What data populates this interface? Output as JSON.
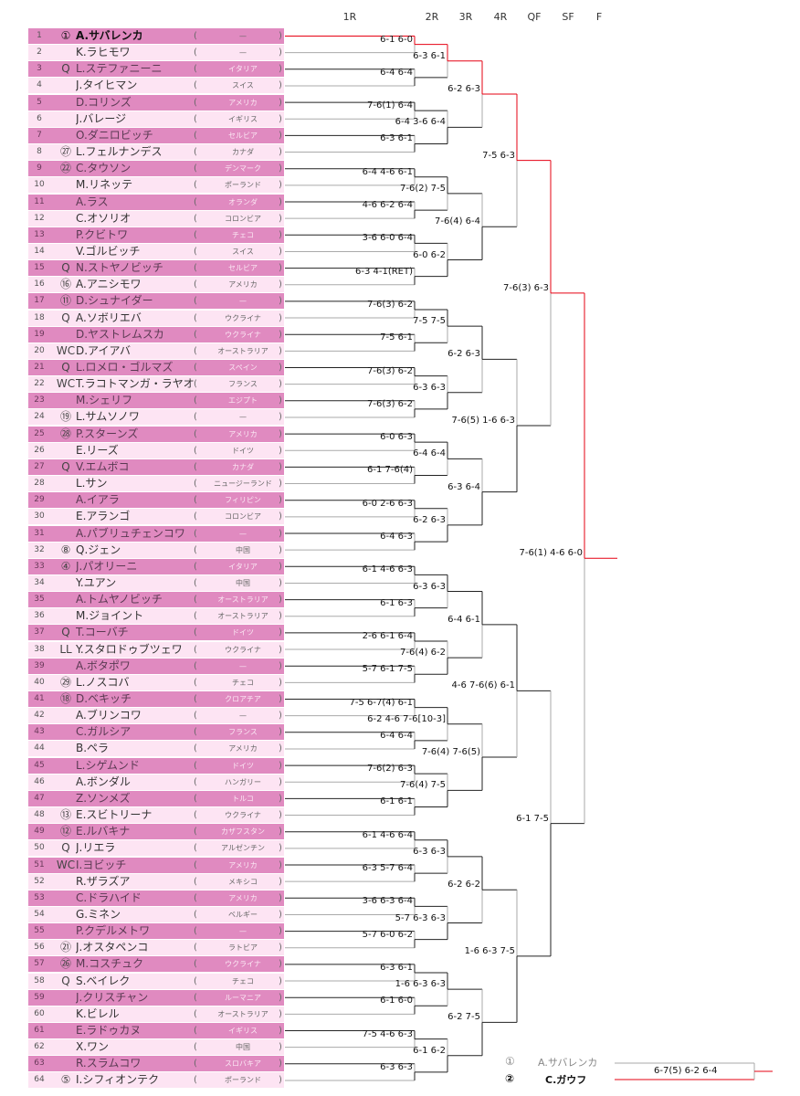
{
  "rounds": [
    "1R",
    "2R",
    "3R",
    "4R",
    "QF",
    "SF",
    "F"
  ],
  "players": [
    {
      "no": "1",
      "tag": "①",
      "name": "A.サバレンカ",
      "country": "—"
    },
    {
      "no": "2",
      "tag": "",
      "name": "K.ラヒモワ",
      "country": "—"
    },
    {
      "no": "3",
      "tag": "Q",
      "name": "L.ステファニーニ",
      "country": "イタリア"
    },
    {
      "no": "4",
      "tag": "",
      "name": "J.タイヒマン",
      "country": "スイス"
    },
    {
      "no": "5",
      "tag": "",
      "name": "D.コリンズ",
      "country": "アメリカ"
    },
    {
      "no": "6",
      "tag": "",
      "name": "J.バレージ",
      "country": "イギリス"
    },
    {
      "no": "7",
      "tag": "",
      "name": "O.ダニロビッチ",
      "country": "セルビア"
    },
    {
      "no": "8",
      "tag": "㉗",
      "name": "L.フェルナンデス",
      "country": "カナダ"
    },
    {
      "no": "9",
      "tag": "㉒",
      "name": "C.タウソン",
      "country": "デンマーク"
    },
    {
      "no": "10",
      "tag": "",
      "name": "M.リネッテ",
      "country": "ポーランド"
    },
    {
      "no": "11",
      "tag": "",
      "name": "A.ラス",
      "country": "オランダ"
    },
    {
      "no": "12",
      "tag": "",
      "name": "C.オソリオ",
      "country": "コロンビア"
    },
    {
      "no": "13",
      "tag": "",
      "name": "P.クビトワ",
      "country": "チェコ"
    },
    {
      "no": "14",
      "tag": "",
      "name": "V.ゴルビッチ",
      "country": "スイス"
    },
    {
      "no": "15",
      "tag": "Q",
      "name": "N.ストヤノビッチ",
      "country": "セルビア"
    },
    {
      "no": "16",
      "tag": "⑯",
      "name": "A.アニシモワ",
      "country": "アメリカ"
    },
    {
      "no": "17",
      "tag": "⑪",
      "name": "D.シュナイダー",
      "country": "—"
    },
    {
      "no": "18",
      "tag": "Q",
      "name": "A.ソボリエバ",
      "country": "ウクライナ"
    },
    {
      "no": "19",
      "tag": "",
      "name": "D.ヤストレムスカ",
      "country": "ウクライナ"
    },
    {
      "no": "20",
      "tag": "WC",
      "name": "D.アイアバ",
      "country": "オーストラリア"
    },
    {
      "no": "21",
      "tag": "Q",
      "name": "L.ロメロ・ゴルマズ",
      "country": "スペイン"
    },
    {
      "no": "22",
      "tag": "WC",
      "name": "T.ラコトマンガ・ラヤオナ",
      "country": "フランス"
    },
    {
      "no": "23",
      "tag": "",
      "name": "M.シェリフ",
      "country": "エジプト"
    },
    {
      "no": "24",
      "tag": "⑲",
      "name": "L.サムソノワ",
      "country": "—"
    },
    {
      "no": "25",
      "tag": "㉘",
      "name": "P.スターンズ",
      "country": "アメリカ"
    },
    {
      "no": "26",
      "tag": "",
      "name": "E.リーズ",
      "country": "ドイツ"
    },
    {
      "no": "27",
      "tag": "Q",
      "name": "V.エムボコ",
      "country": "カナダ"
    },
    {
      "no": "28",
      "tag": "",
      "name": "L.サン",
      "country": "ニュージーランド"
    },
    {
      "no": "29",
      "tag": "",
      "name": "A.イアラ",
      "country": "フィリピン"
    },
    {
      "no": "30",
      "tag": "",
      "name": "E.アランゴ",
      "country": "コロンビア"
    },
    {
      "no": "31",
      "tag": "",
      "name": "A.パブリュチェンコワ",
      "country": "—"
    },
    {
      "no": "32",
      "tag": "⑧",
      "name": "Q.ジェン",
      "country": "中国"
    },
    {
      "no": "33",
      "tag": "④",
      "name": "J.パオリーニ",
      "country": "イタリア"
    },
    {
      "no": "34",
      "tag": "",
      "name": "Y.ユアン",
      "country": "中国"
    },
    {
      "no": "35",
      "tag": "",
      "name": "A.トムヤノビッチ",
      "country": "オーストラリア"
    },
    {
      "no": "36",
      "tag": "",
      "name": "M.ジョイント",
      "country": "オーストラリア"
    },
    {
      "no": "37",
      "tag": "Q",
      "name": "T.コーバチ",
      "country": "ドイツ"
    },
    {
      "no": "38",
      "tag": "LL",
      "name": "Y.スタロドゥブツェワ",
      "country": "ウクライナ"
    },
    {
      "no": "39",
      "tag": "",
      "name": "A.ボタポワ",
      "country": "—"
    },
    {
      "no": "40",
      "tag": "㉙",
      "name": "L.ノスコバ",
      "country": "チェコ"
    },
    {
      "no": "41",
      "tag": "⑱",
      "name": "D.ベキッチ",
      "country": "クロアチア"
    },
    {
      "no": "42",
      "tag": "",
      "name": "A.ブリンコワ",
      "country": "—"
    },
    {
      "no": "43",
      "tag": "",
      "name": "C.ガルシア",
      "country": "フランス"
    },
    {
      "no": "44",
      "tag": "",
      "name": "B.ペラ",
      "country": "アメリカ"
    },
    {
      "no": "45",
      "tag": "",
      "name": "L.シゲムンド",
      "country": "ドイツ"
    },
    {
      "no": "46",
      "tag": "",
      "name": "A.ボンダル",
      "country": "ハンガリー"
    },
    {
      "no": "47",
      "tag": "",
      "name": "Z.ソンメズ",
      "country": "トルコ"
    },
    {
      "no": "48",
      "tag": "⑬",
      "name": "E.スビトリーナ",
      "country": "ウクライナ"
    },
    {
      "no": "49",
      "tag": "⑫",
      "name": "E.ルバキナ",
      "country": "カザフスタン"
    },
    {
      "no": "50",
      "tag": "Q",
      "name": "J.リエラ",
      "country": "アルゼンチン"
    },
    {
      "no": "51",
      "tag": "WC",
      "name": "I.ヨビッチ",
      "country": "アメリカ"
    },
    {
      "no": "52",
      "tag": "",
      "name": "R.ザラズア",
      "country": "メキシコ"
    },
    {
      "no": "53",
      "tag": "",
      "name": "C.ドラハイド",
      "country": "アメリカ"
    },
    {
      "no": "54",
      "tag": "",
      "name": "G.ミネン",
      "country": "ベルギー"
    },
    {
      "no": "55",
      "tag": "",
      "name": "P.クデルメトワ",
      "country": "—"
    },
    {
      "no": "56",
      "tag": "㉑",
      "name": "J.オスタペンコ",
      "country": "ラトビア"
    },
    {
      "no": "57",
      "tag": "㉖",
      "name": "M.コスチュク",
      "country": "ウクライナ"
    },
    {
      "no": "58",
      "tag": "Q",
      "name": "S.ベイレク",
      "country": "チェコ"
    },
    {
      "no": "59",
      "tag": "",
      "name": "J.クリスチャン",
      "country": "ルーマニア"
    },
    {
      "no": "60",
      "tag": "",
      "name": "K.ビレル",
      "country": "オーストラリア"
    },
    {
      "no": "61",
      "tag": "",
      "name": "E.ラドゥカヌ",
      "country": "イギリス"
    },
    {
      "no": "62",
      "tag": "",
      "name": "X.ワン",
      "country": "中国"
    },
    {
      "no": "63",
      "tag": "",
      "name": "R.スラムコワ",
      "country": "スロバキア"
    },
    {
      "no": "64",
      "tag": "⑤",
      "name": "I.シフィオンテク",
      "country": "ポーランド"
    }
  ],
  "r1": [
    {
      "score": "6-1 6-0",
      "winner": "top"
    },
    {
      "score": "6-4 6-4",
      "winner": "bot"
    },
    {
      "score": "7-6(1) 6-4",
      "winner": "top"
    },
    {
      "score": "6-3 6-1",
      "winner": "bot"
    },
    {
      "score": "6-4 4-6 6-1",
      "winner": "top"
    },
    {
      "score": "4-6 6-2 6-4",
      "winner": "bot"
    },
    {
      "score": "3-6 6-0 6-4",
      "winner": "top"
    },
    {
      "score": "6-3 4-1(RET)",
      "winner": "bot"
    },
    {
      "score": "7-6(3) 6-2",
      "winner": "top"
    },
    {
      "score": "7-5 6-1",
      "winner": "bot"
    },
    {
      "score": "7-6(3) 6-2",
      "winner": "top"
    },
    {
      "score": "7-6(3) 6-2",
      "winner": "bot"
    },
    {
      "score": "6-0 6-3",
      "winner": "top"
    },
    {
      "score": "6-1 7-6(4)",
      "winner": "bot"
    },
    {
      "score": "6-0 2-6 6-3",
      "winner": "top"
    },
    {
      "score": "6-4 6-3",
      "winner": "bot"
    },
    {
      "score": "6-1 4-6 6-3",
      "winner": "top"
    },
    {
      "score": "6-1 6-3",
      "winner": "bot"
    },
    {
      "score": "2-6 6-1 6-4",
      "winner": "top"
    },
    {
      "score": "5-7 6-1 7-5",
      "winner": "bot"
    },
    {
      "score": "7-5 6-7(4) 6-1",
      "winner": "top"
    },
    {
      "score": "6-4 6-4",
      "winner": "bot"
    },
    {
      "score": "7-6(2) 6-3",
      "winner": "top"
    },
    {
      "score": "6-1 6-1",
      "winner": "bot"
    },
    {
      "score": "6-1 4-6 6-4",
      "winner": "top"
    },
    {
      "score": "6-3 5-7 6-4",
      "winner": "bot"
    },
    {
      "score": "3-6 6-3 6-4",
      "winner": "top"
    },
    {
      "score": "5-7 6-0 6-2",
      "winner": "bot"
    },
    {
      "score": "6-3 6-1",
      "winner": "top"
    },
    {
      "score": "6-1 6-0",
      "winner": "bot"
    },
    {
      "score": "7-5 4-6 6-3",
      "winner": "top"
    },
    {
      "score": "6-3 6-3",
      "winner": "bot"
    }
  ],
  "r2": [
    {
      "score": "6-3 6-1",
      "winner": "top"
    },
    {
      "score": "6-4 3-6 6-4",
      "winner": "bot"
    },
    {
      "score": "7-6(2) 7-5",
      "winner": "top"
    },
    {
      "score": "6-0 6-2",
      "winner": "bot"
    },
    {
      "score": "7-5 7-5",
      "winner": "top"
    },
    {
      "score": "6-3 6-3",
      "winner": "bot"
    },
    {
      "score": "6-4 6-4",
      "winner": "top"
    },
    {
      "score": "6-2 6-3",
      "winner": "bot"
    },
    {
      "score": "6-3 6-3",
      "winner": "top"
    },
    {
      "score": "7-6(4) 6-2",
      "winner": "bot"
    },
    {
      "score": "6-2 4-6 7-6[10-3]",
      "winner": "top"
    },
    {
      "score": "7-6(4) 7-5",
      "winner": "bot"
    },
    {
      "score": "6-3 6-3",
      "winner": "top"
    },
    {
      "score": "5-7 6-3 6-3",
      "winner": "bot"
    },
    {
      "score": "1-6 6-3 6-3",
      "winner": "top"
    },
    {
      "score": "6-1 6-2",
      "winner": "bot"
    }
  ],
  "r3": [
    {
      "score": "6-2 6-3",
      "winner": "top"
    },
    {
      "score": "7-6(4) 6-4",
      "winner": "bot"
    },
    {
      "score": "6-2 6-3",
      "winner": "top"
    },
    {
      "score": "6-3 6-4",
      "winner": "bot"
    },
    {
      "score": "6-4 6-1",
      "winner": "top"
    },
    {
      "score": "7-6(4) 7-6(5)",
      "winner": "bot"
    },
    {
      "score": "6-2 6-2",
      "winner": "top"
    },
    {
      "score": "6-2 7-5",
      "winner": "bot"
    }
  ],
  "r4": [
    {
      "score": "7-5 6-3",
      "winner": "top"
    },
    {
      "score": "7-6(5) 1-6 6-3",
      "winner": "bot"
    },
    {
      "score": "4-6 7-6(6) 6-1",
      "winner": "top"
    },
    {
      "score": "1-6 6-3 7-5",
      "winner": "bot"
    }
  ],
  "qf": [
    {
      "score": "7-6(3) 6-3",
      "winner": "top"
    },
    {
      "score": "6-1 7-5",
      "winner": "bot"
    }
  ],
  "sf": [
    {
      "score": "7-6(1) 4-6 6-0",
      "winner": "top"
    }
  ],
  "final": {
    "p1_tag": "①",
    "p1_name": "A.サバレンカ",
    "p2_tag": "②",
    "p2_name": "C.ガウフ",
    "score": "6-7(5) 6-2 6-4",
    "winner": "bot"
  },
  "colors": {
    "win": "#e60012",
    "line": "#222222",
    "lose": "#aaaaaa",
    "row_odd": "#e08ac0",
    "row_even": "#fde4f3"
  }
}
